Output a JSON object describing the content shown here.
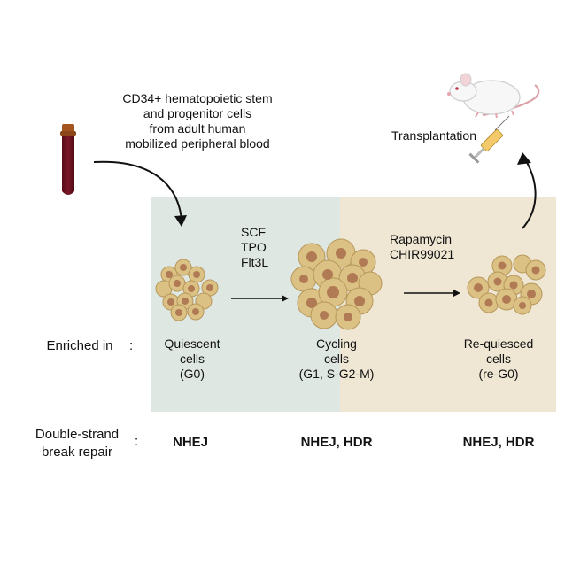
{
  "source_text": "CD34+ hematopoietic stem\nand progenitor cells\nfrom adult human\nmobilized peripheral blood",
  "transplant_label": "Transplantation",
  "factors_1": "SCF\nTPO\nFlt3L",
  "factors_2": "Rapamycin\nCHIR99021",
  "enriched_label": "Enriched  in",
  "dsb_label": "Double-strand\nbreak repair",
  "colon": ":",
  "stages": [
    {
      "state": "Quiescent\ncells\n(G0)",
      "repair": "NHEJ"
    },
    {
      "state": "Cycling\ncells\n(G1, S-G2-M)",
      "repair": "NHEJ, HDR"
    },
    {
      "state": "Re-quiesced\ncells\n(re-G0)",
      "repair": "NHEJ, HDR"
    }
  ],
  "colors": {
    "panel_green": "#dfe7e3",
    "panel_beige": "#efe6d3",
    "cell_fill": "#dcc184",
    "cell_edge": "#b6975a",
    "nucleus": "#b07a54",
    "blood": "#6d1220",
    "cap": "#a35420"
  }
}
